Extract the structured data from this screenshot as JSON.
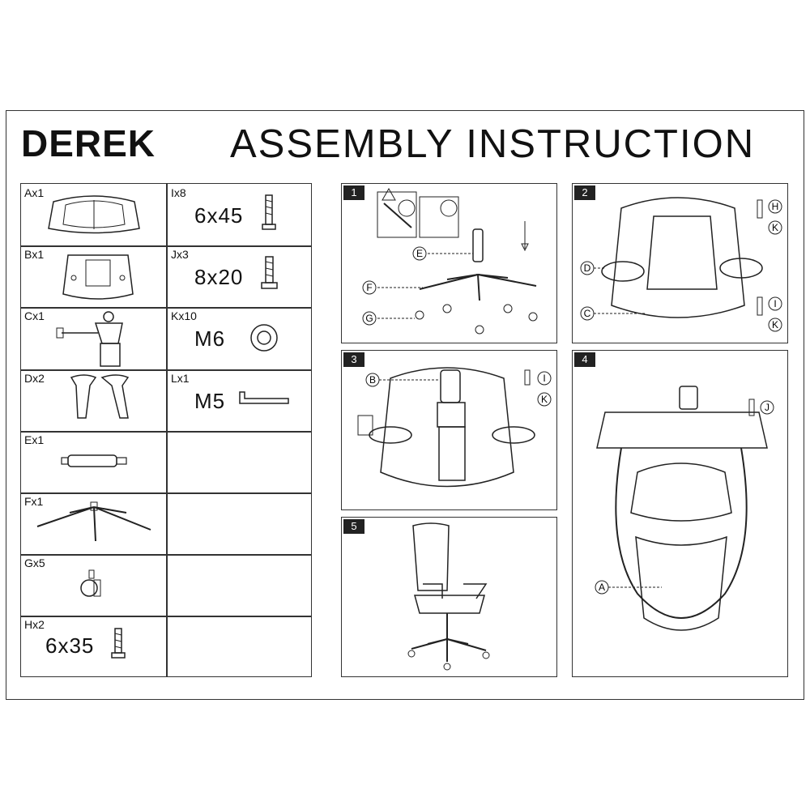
{
  "header": {
    "brand": "DEREK",
    "title": "ASSEMBLY INSTRUCTION"
  },
  "parts": [
    {
      "label": "Ax1",
      "icon": "seat-icon"
    },
    {
      "label": "Bx1",
      "icon": "seat-cover-icon"
    },
    {
      "label": "Cx1",
      "icon": "mechanism-icon"
    },
    {
      "label": "Dx2",
      "icon": "armrest-icon"
    },
    {
      "label": "Ex1",
      "icon": "gas-lift-icon"
    },
    {
      "label": "Fx1",
      "icon": "base-icon"
    },
    {
      "label": "Gx5",
      "icon": "caster-icon"
    },
    {
      "label": "Hx2",
      "size": "6x35",
      "icon": "bolt-icon"
    }
  ],
  "hardware": [
    {
      "label": "Ix8",
      "size": "6x45",
      "icon": "bolt-icon"
    },
    {
      "label": "Jx3",
      "size": "8x20",
      "icon": "bolt-icon"
    },
    {
      "label": "Kx10",
      "size": "M6",
      "icon": "washer-icon"
    },
    {
      "label": "Lx1",
      "size": "M5",
      "icon": "allen-key-icon"
    }
  ],
  "steps": [
    {
      "number": "1",
      "callouts": [
        "E",
        "F",
        "G"
      ]
    },
    {
      "number": "2",
      "callouts": [
        "H",
        "K",
        "D",
        "I",
        "K",
        "C"
      ]
    },
    {
      "number": "3",
      "callouts": [
        "B",
        "I",
        "K"
      ]
    },
    {
      "number": "4",
      "callouts": [
        "J",
        "A"
      ]
    },
    {
      "number": "5",
      "callouts": []
    }
  ]
}
